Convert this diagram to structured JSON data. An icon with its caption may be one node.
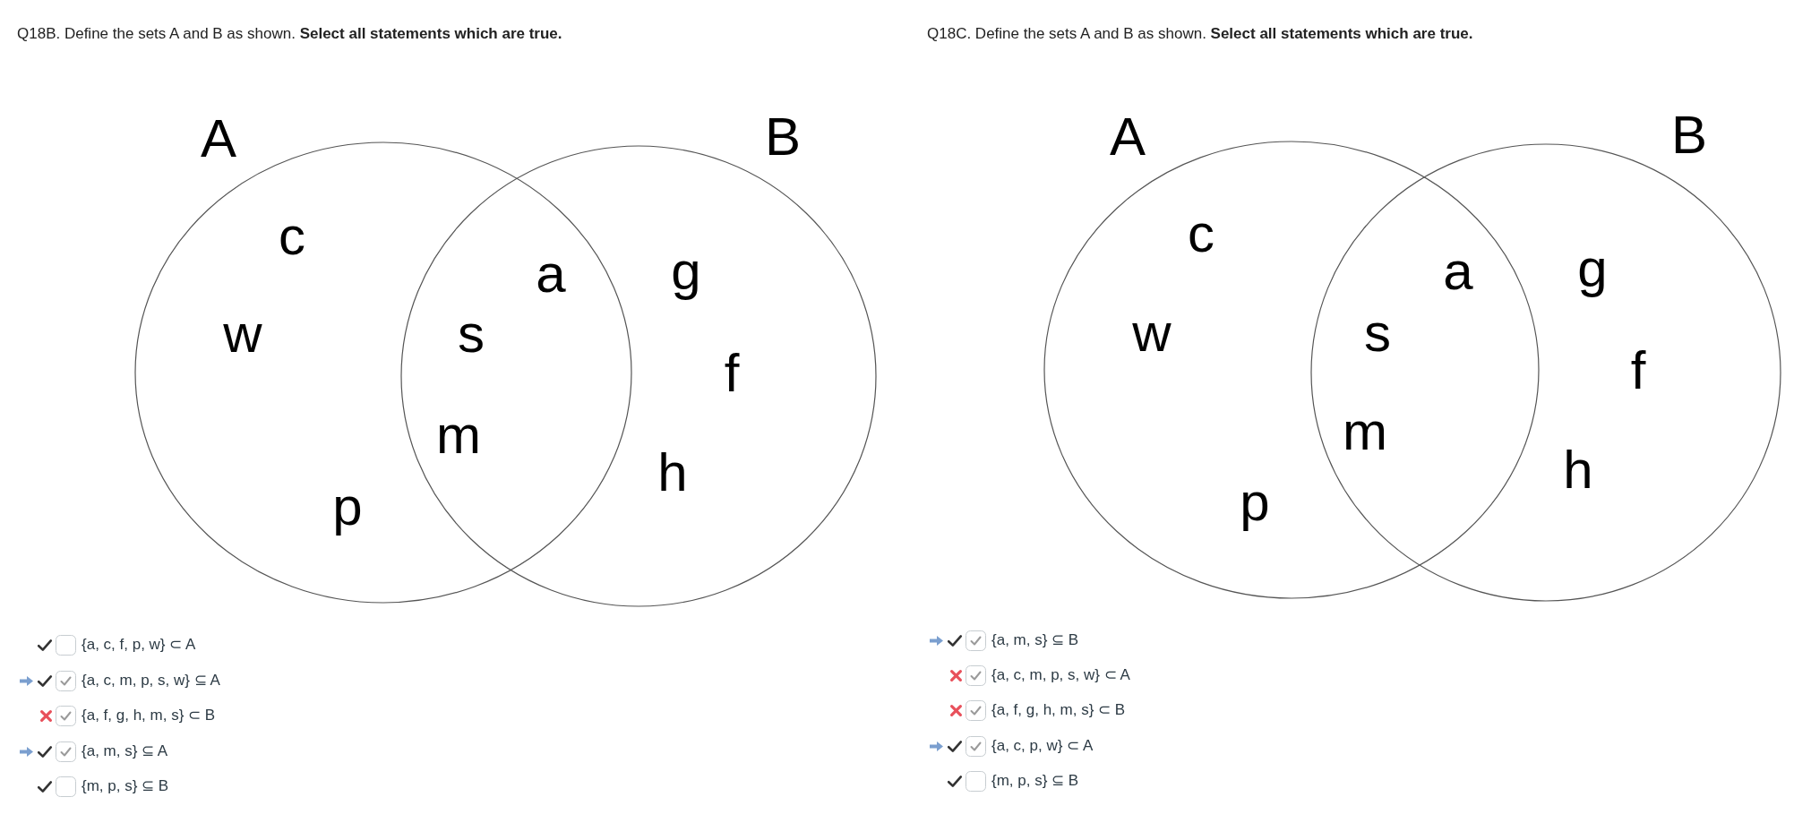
{
  "diagram": {
    "nodes": [
      {
        "text": [
          "A"
        ]
      },
      {
        "text": [
          "B"
        ]
      },
      {
        "text": [
          "A"
        ]
      },
      {
        "text": [
          "B"
        ]
      }
    ],
    "labels": [
      "Q18B. Define the sets A and B as shown. **Select all statements which are true.**",
      "c",
      "a",
      "g",
      "w",
      "s",
      "f",
      "m",
      "h",
      "p",
      "{a, c, f, p, w} ⊂ A",
      "{a, c, m, p, s, w} ⊆ A",
      "{a, f, g, h, m, s} ⊂ B",
      "{a, m, s} ⊆ A",
      "{m, p, s} ⊆ B",
      "Q18C. Define the sets A and B as shown. **Select all statements which are true.**",
      "c",
      "a",
      "g",
      "w",
      "s",
      "f",
      "m",
      "h",
      "p",
      "{a, m, s} ⊆ B",
      "{a, c, m, p, s, w} ⊂ A",
      "{a, f, g, h, m, s} ⊂ B",
      "{a, c, p, w} ⊂ A",
      "{m, p, s} ⊆ B"
    ]
  }
}
